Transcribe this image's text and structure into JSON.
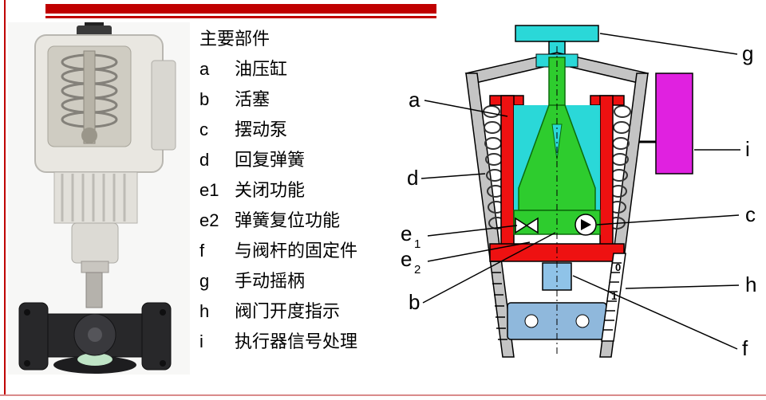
{
  "slide": {
    "accent_color": "#c00000",
    "bottom_line_color": "#d98b8b"
  },
  "legend": {
    "title": "主要部件",
    "items": [
      {
        "key": "a",
        "label": "油压缸"
      },
      {
        "key": "b",
        "label": "活塞"
      },
      {
        "key": "c",
        "label": "摆动泵"
      },
      {
        "key": "d",
        "label": "回复弹簧"
      },
      {
        "key": "e1",
        "label": "关闭功能"
      },
      {
        "key": "e2",
        "label": "弹簧复位功能"
      },
      {
        "key": "f",
        "label": "与阀杆的固定件"
      },
      {
        "key": "g",
        "label": "手动摇柄"
      },
      {
        "key": "h",
        "label": "阀门开度指示"
      },
      {
        "key": "i",
        "label": "执行器信号处理"
      }
    ]
  },
  "diagram": {
    "left_labels": [
      {
        "main": "a",
        "sub": ""
      },
      {
        "main": "d",
        "sub": ""
      },
      {
        "main": "e",
        "sub": "1"
      },
      {
        "main": "e",
        "sub": "2"
      },
      {
        "main": "b",
        "sub": ""
      }
    ],
    "right_labels": [
      {
        "main": "g"
      },
      {
        "main": "i"
      },
      {
        "main": "c"
      },
      {
        "main": "h"
      },
      {
        "main": "f"
      }
    ],
    "scale_marks": [
      "0",
      "1"
    ],
    "colors": {
      "housing": "#c4c4c4",
      "cylinder": "#ee1111",
      "fluid": "#2ad8d8",
      "piston": "#2ecc2e",
      "handle": "#2ad8d8",
      "signal_box": "#e021e0",
      "fixing": "#8fc3e8",
      "bracket": "#8fb8dc"
    }
  }
}
